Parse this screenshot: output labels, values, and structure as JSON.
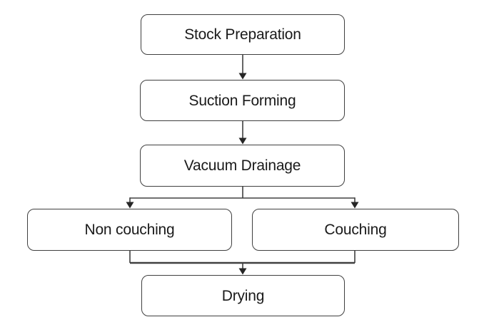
{
  "nodes": [
    {
      "id": "stock-preparation",
      "label": "Stock Preparation"
    },
    {
      "id": "suction-forming",
      "label": "Suction Forming"
    },
    {
      "id": "vacuum-drainage",
      "label": "Vacuum Drainage"
    },
    {
      "id": "non-couching",
      "label": "Non couching"
    },
    {
      "id": "couching",
      "label": "Couching"
    },
    {
      "id": "drying",
      "label": "Drying"
    }
  ],
  "edges": [
    {
      "from": "Stock Preparation",
      "to": "Suction Forming"
    },
    {
      "from": "Suction Forming",
      "to": "Vacuum Drainage"
    },
    {
      "from": "Vacuum Drainage",
      "to": "Non couching"
    },
    {
      "from": "Vacuum Drainage",
      "to": "Couching"
    },
    {
      "from": "Non couching",
      "to": "Drying"
    },
    {
      "from": "Couching",
      "to": "Drying"
    }
  ],
  "colors": {
    "background": "#ffffff",
    "node_fill": "#ffffff",
    "node_border": "#404040",
    "line": "#404040",
    "arrowhead": "#262626",
    "text": "#1a1a1a"
  }
}
